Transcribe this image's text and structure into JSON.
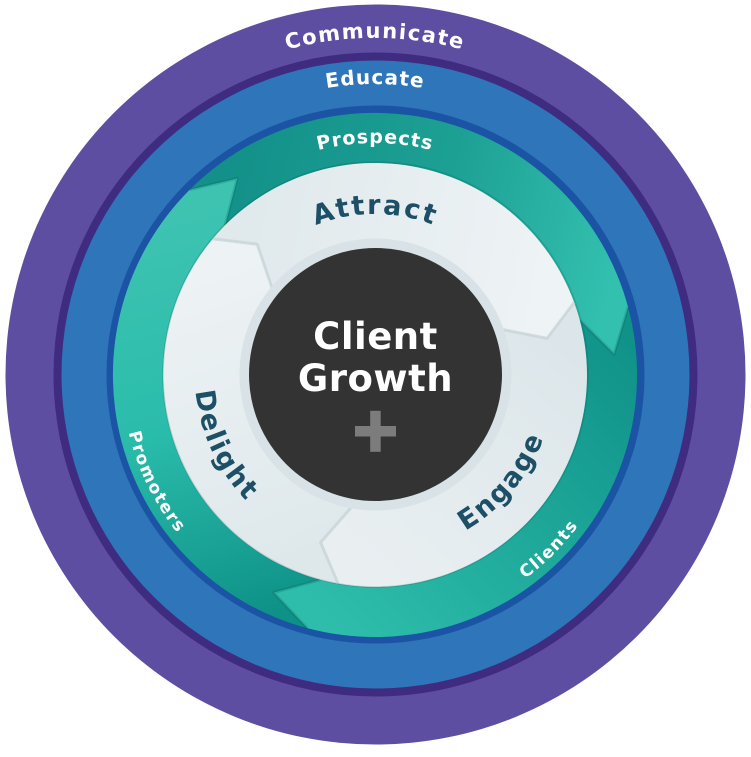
{
  "rings": {
    "outer": {
      "label": "Communicate",
      "color": "#5e4ea2",
      "divider_color": "#3f2c80",
      "text_color": "#ffffff"
    },
    "middle": {
      "label": "Educate",
      "color": "#2e75ba",
      "divider_color": "#1b53a5",
      "text_color": "#ffffff"
    },
    "audience": {
      "labels": [
        "Prospects",
        "Clients",
        "Promoters"
      ],
      "text_color": "#ffffff",
      "segment_tail_color": "#0e9187",
      "segment_mid_color": "#1da094",
      "segment_tip_color": "#3ec3b1"
    },
    "flywheel": {
      "stages": [
        "Attract",
        "Engage",
        "Delight"
      ],
      "text_color": "#1d4f66",
      "segment_tail_color": "#dce6ea",
      "segment_tip_color": "#eef3f5",
      "chevron_line_color": "#c9d4d9"
    }
  },
  "hub": {
    "line1": "Client",
    "line2": "Growth",
    "background": "#333333",
    "halo_color": "#d9e3e7",
    "text_color": "#ffffff",
    "plus_icon_color": "#7c7c7c"
  }
}
